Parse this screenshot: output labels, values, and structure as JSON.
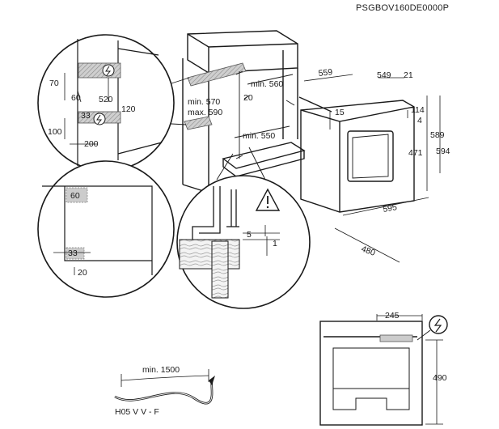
{
  "doc_code": "PSGBOV160DE0000P",
  "niche_dims": {
    "min_570": "min. 570",
    "max_590": "max. 590",
    "d20": "20",
    "min_560": "min. 560",
    "min_550": "min. 550"
  },
  "zoom_vent": {
    "d70": "70",
    "d60": "60",
    "d520": "520",
    "d120": "120",
    "d33": "33",
    "d100": "100",
    "d200": "200"
  },
  "zoom_corner": {
    "d60": "60",
    "d33": "33",
    "d20": "20"
  },
  "zoom_gap": {
    "d5": "5",
    "d1": "1"
  },
  "oven_dims": {
    "d559": "559",
    "d549": "549",
    "d21": "21",
    "d15": "15",
    "d114": "114",
    "d4": "4",
    "d589": "589",
    "d594": "594",
    "d471": "471",
    "d595": "595",
    "d480": "480"
  },
  "back_view": {
    "d245": "245",
    "d490": "490"
  },
  "cable": {
    "min_1500": "min. 1500",
    "type": "H05 V V - F"
  }
}
